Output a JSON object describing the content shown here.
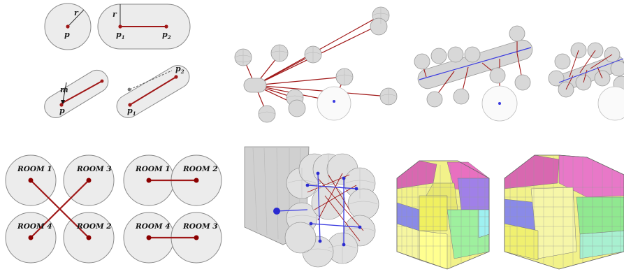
{
  "labels": {
    "r_a": "r",
    "p_a": "p",
    "r_b": "r",
    "p1_b": "p",
    "p1_b_sub": "1",
    "p2_b": "p",
    "p2_b_sub": "2",
    "m_c": "m",
    "p_c": "p",
    "p2_d": "p",
    "p2_d_sub": "2",
    "p1_d": "p",
    "p1_d_sub": "1"
  },
  "rooms_crossed": [
    "ROOM 1",
    "ROOM 3",
    "ROOM 4",
    "ROOM 2"
  ],
  "rooms_paired": [
    "ROOM 1",
    "ROOM 2",
    "ROOM 4",
    "ROOM 3"
  ],
  "colors": {
    "edge": "#a01818",
    "node": "#8b0000",
    "disk_fill": "#ececec",
    "disk_stroke": "#8a8a8a",
    "wire": "#9a9a9a",
    "link_blue": "#2a2ad0"
  }
}
